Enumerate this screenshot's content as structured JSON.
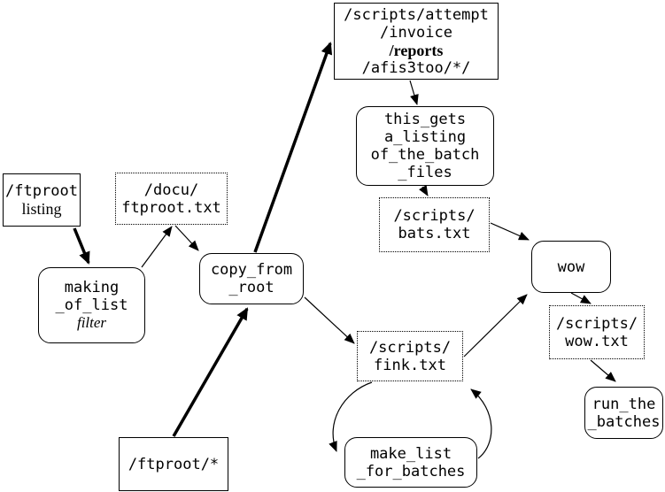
{
  "diagram": {
    "type": "flowchart",
    "background_color": "#ffffff",
    "line_color": "#000000"
  },
  "nodes": {
    "attempt": {
      "shape": "box",
      "lines": [
        "/scripts/attempt",
        "/invoice",
        "/reports",
        "/afis3too/*/"
      ]
    },
    "this_gets": {
      "shape": "rounded",
      "lines": [
        "this_gets",
        "a_listing",
        "of_the_batch",
        "_files"
      ]
    },
    "bats": {
      "shape": "dotted",
      "lines": [
        "/scripts/",
        "bats.txt"
      ]
    },
    "wow": {
      "shape": "rounded",
      "lines": [
        "wow"
      ]
    },
    "ftproot_listing": {
      "shape": "box",
      "lines": [
        "/ftproot",
        "listing"
      ]
    },
    "docu": {
      "shape": "dotted",
      "lines": [
        "/docu/",
        "ftproot.txt"
      ]
    },
    "making": {
      "shape": "rounded",
      "lines": [
        "making",
        "_of_list",
        "filter"
      ]
    },
    "copy": {
      "shape": "rounded",
      "lines": [
        "copy_from",
        "_root"
      ]
    },
    "fink": {
      "shape": "dotted",
      "lines": [
        "/scripts/",
        "fink.txt"
      ]
    },
    "ftproot_star": {
      "shape": "box",
      "lines": [
        "/ftproot/*"
      ]
    },
    "make_list": {
      "shape": "rounded",
      "lines": [
        "make_list",
        "_for_batches"
      ]
    },
    "wow_txt": {
      "shape": "dotted",
      "lines": [
        "/scripts/",
        "wow.txt"
      ]
    },
    "run_the": {
      "shape": "rounded",
      "lines": [
        "run_the",
        "_batches"
      ]
    }
  },
  "edges": [
    {
      "from": "ftproot_listing",
      "to": "making",
      "weight": "bold"
    },
    {
      "from": "making",
      "to": "docu",
      "weight": "thin"
    },
    {
      "from": "docu",
      "to": "copy",
      "weight": "thin"
    },
    {
      "from": "ftproot_star",
      "to": "copy",
      "weight": "bold"
    },
    {
      "from": "copy",
      "to": "attempt",
      "weight": "bold"
    },
    {
      "from": "copy",
      "to": "fink",
      "weight": "thin"
    },
    {
      "from": "attempt",
      "to": "this_gets",
      "weight": "thin"
    },
    {
      "from": "this_gets",
      "to": "bats",
      "weight": "thin"
    },
    {
      "from": "bats",
      "to": "wow",
      "weight": "thin"
    },
    {
      "from": "fink",
      "to": "wow",
      "weight": "thin"
    },
    {
      "from": "fink",
      "to": "make_list",
      "weight": "thin-curve"
    },
    {
      "from": "make_list",
      "to": "fink",
      "weight": "thin-curve"
    },
    {
      "from": "wow",
      "to": "wow_txt",
      "weight": "thin"
    },
    {
      "from": "wow_txt",
      "to": "run_the",
      "weight": "thin"
    }
  ]
}
